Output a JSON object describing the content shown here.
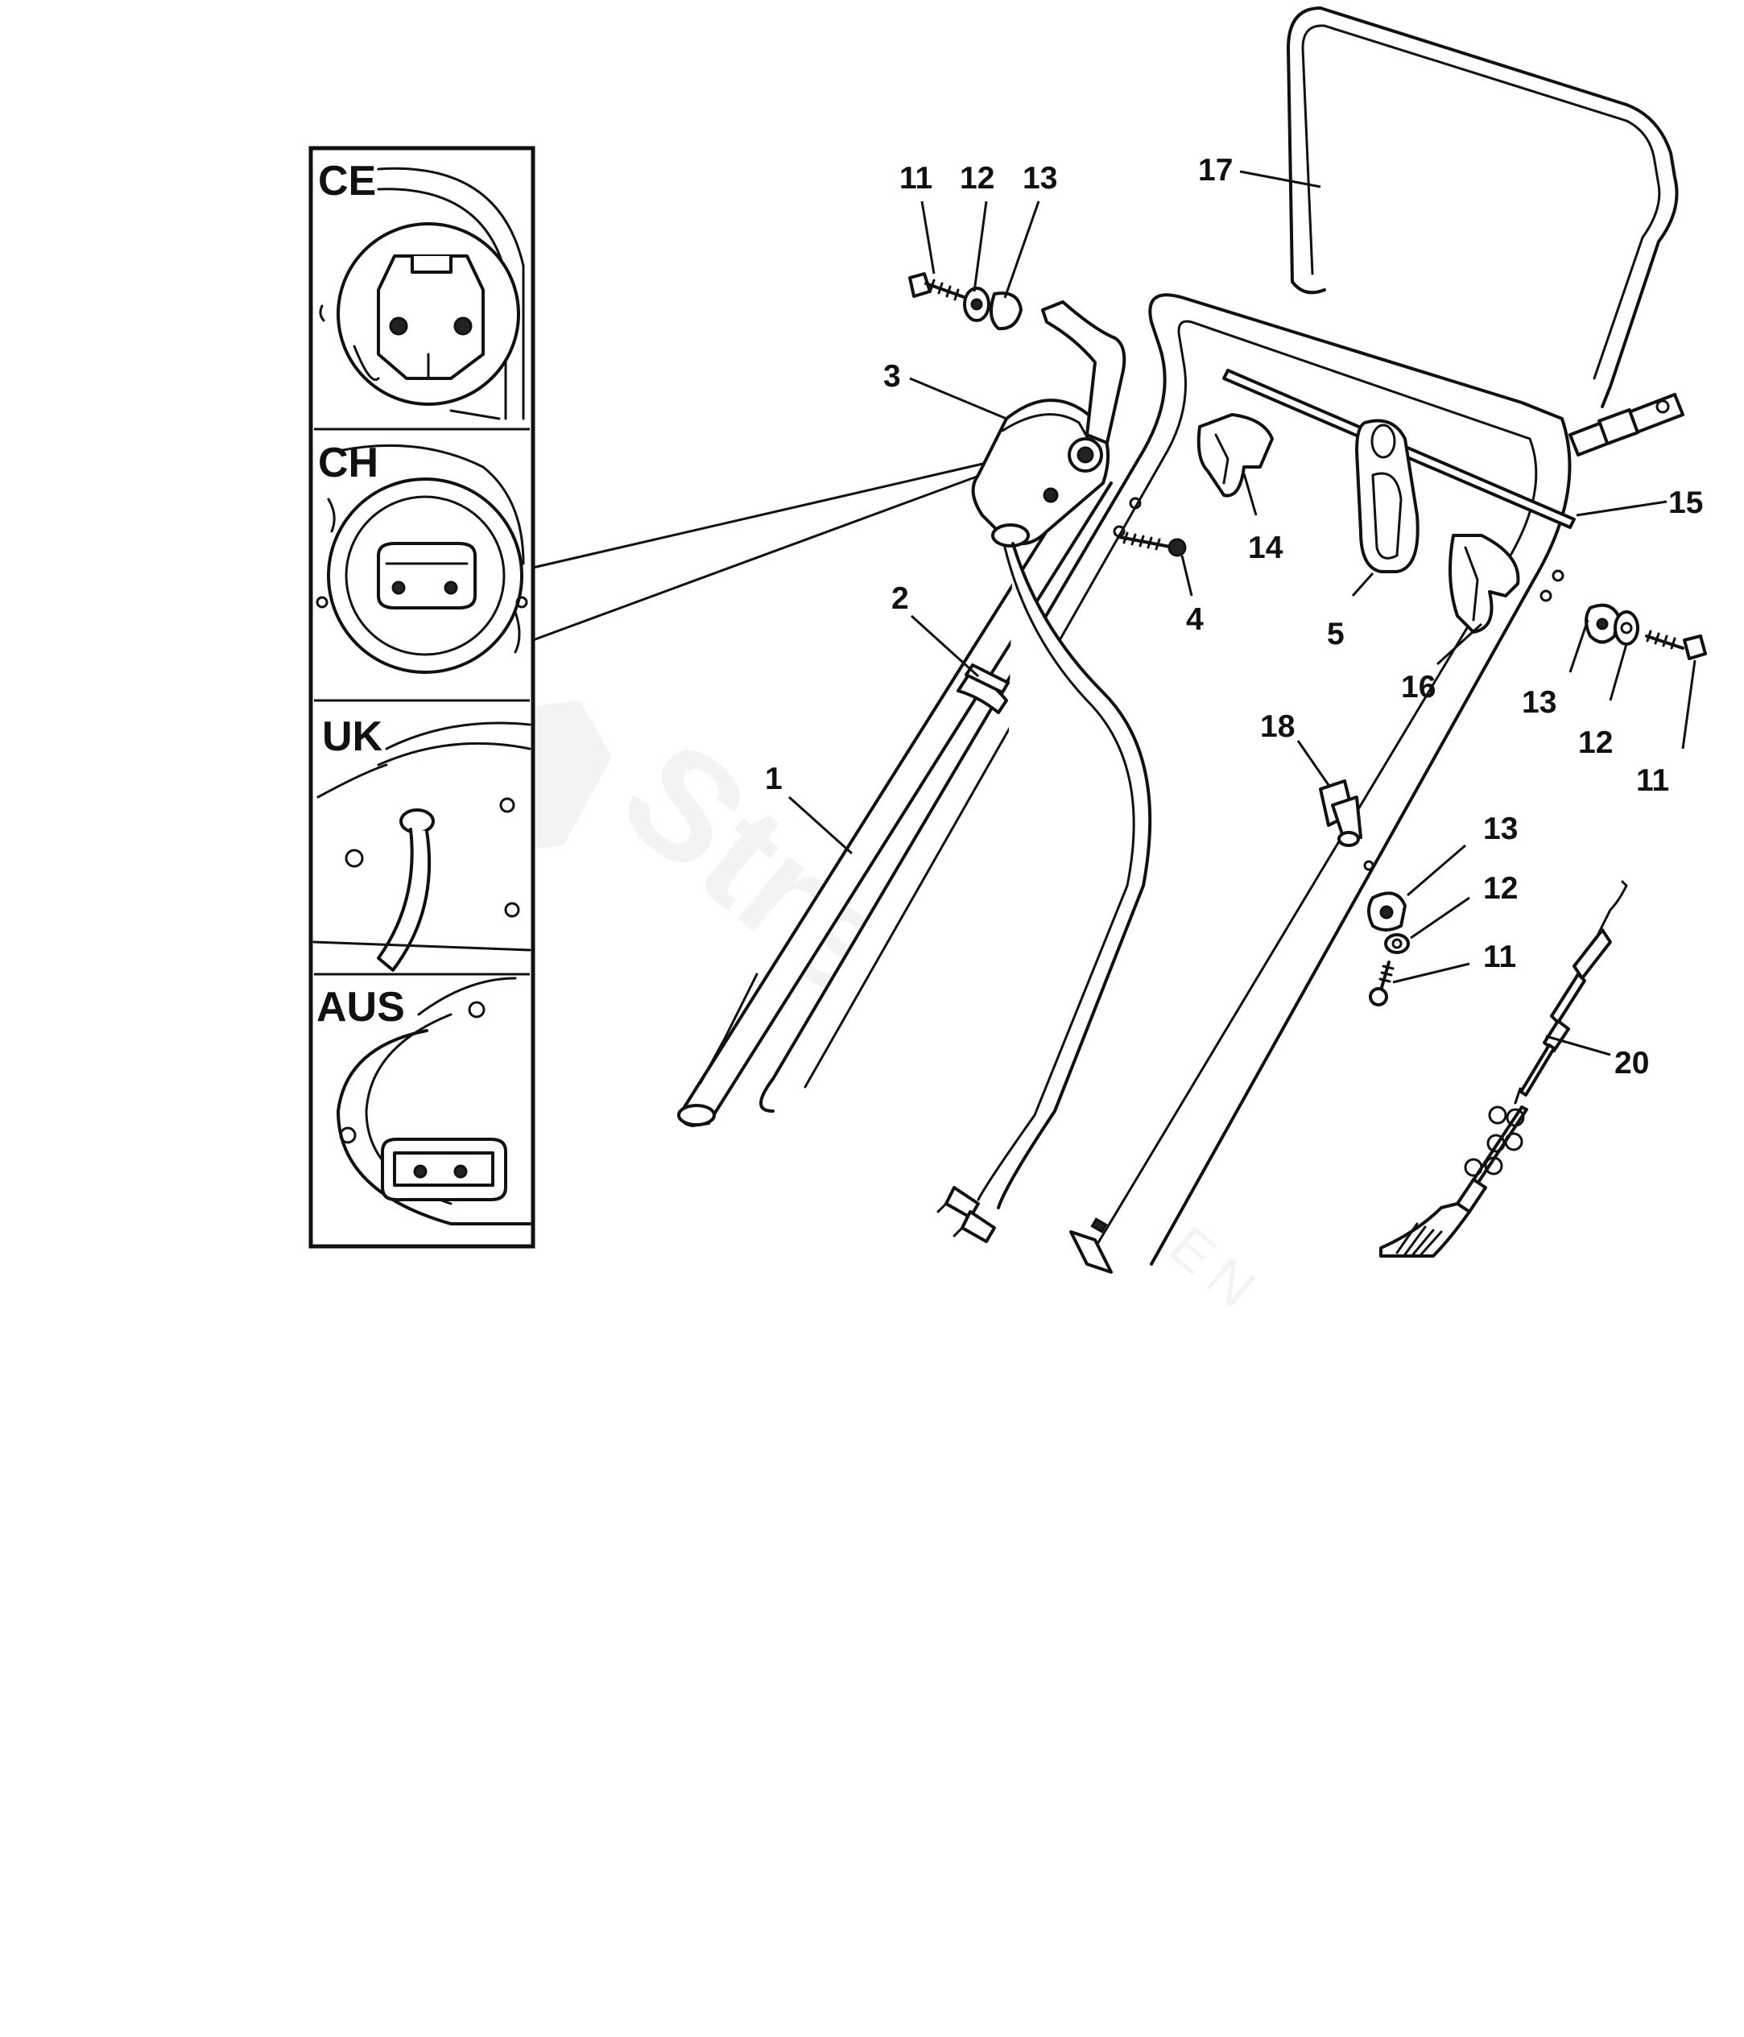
{
  "callouts": [
    {
      "id": "c-11-top",
      "label": "11"
    },
    {
      "id": "c-12-top",
      "label": "12"
    },
    {
      "id": "c-13-top",
      "label": "13"
    },
    {
      "id": "c-17",
      "label": "17"
    },
    {
      "id": "c-3",
      "label": "3"
    },
    {
      "id": "c-2",
      "label": "2"
    },
    {
      "id": "c-1",
      "label": "1"
    },
    {
      "id": "c-4",
      "label": "4"
    },
    {
      "id": "c-14",
      "label": "14"
    },
    {
      "id": "c-5",
      "label": "5"
    },
    {
      "id": "c-16",
      "label": "16"
    },
    {
      "id": "c-15",
      "label": "15"
    },
    {
      "id": "c-13-right",
      "label": "13"
    },
    {
      "id": "c-12-right",
      "label": "12"
    },
    {
      "id": "c-11-right",
      "label": "11"
    },
    {
      "id": "c-18",
      "label": "18"
    },
    {
      "id": "c-13-low",
      "label": "13"
    },
    {
      "id": "c-12-low",
      "label": "12"
    },
    {
      "id": "c-11-low",
      "label": "11"
    },
    {
      "id": "c-20",
      "label": "20"
    }
  ],
  "inset": {
    "regions": [
      {
        "id": "region-ce",
        "label": "CE"
      },
      {
        "id": "region-ch",
        "label": "CH"
      },
      {
        "id": "region-uk",
        "label": "UK"
      },
      {
        "id": "region-aus",
        "label": "AUS"
      }
    ]
  },
  "watermark": {
    "brand": "Strejček",
    "sub": "GARDEN"
  },
  "colors": {
    "line": "#111111",
    "background": "#ffffff",
    "watermark": "#ececec"
  }
}
